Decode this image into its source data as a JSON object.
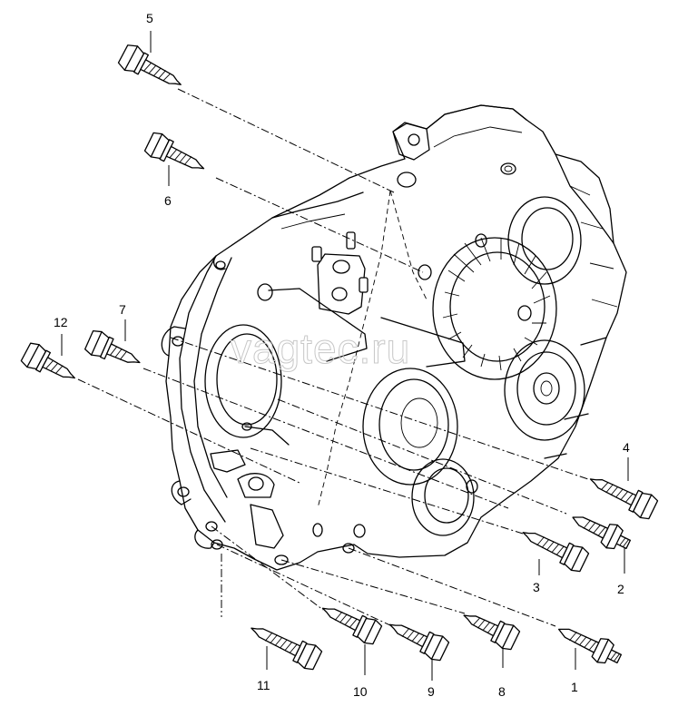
{
  "watermark": "vagtec.ru",
  "callouts": [
    {
      "id": "c1",
      "label": "1"
    },
    {
      "id": "c2",
      "label": "2"
    },
    {
      "id": "c3",
      "label": "3"
    },
    {
      "id": "c4",
      "label": "4"
    },
    {
      "id": "c5",
      "label": "5"
    },
    {
      "id": "c6",
      "label": "6"
    },
    {
      "id": "c7",
      "label": "7"
    },
    {
      "id": "c8",
      "label": "8"
    },
    {
      "id": "c9",
      "label": "9"
    },
    {
      "id": "c10",
      "label": "10"
    },
    {
      "id": "c11",
      "label": "11"
    },
    {
      "id": "c12",
      "label": "12"
    }
  ]
}
